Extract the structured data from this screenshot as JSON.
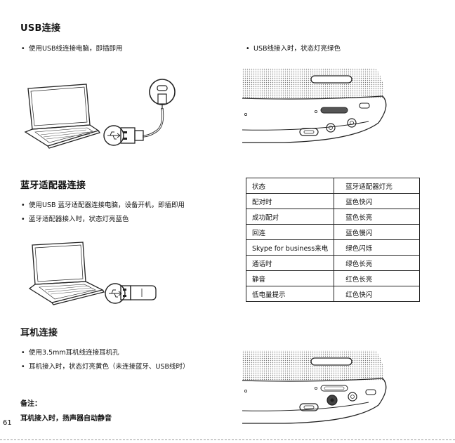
{
  "usb": {
    "heading": "USB连接",
    "bullet1": "使用USB线连接电脑，即插即用",
    "bullet_right": "USB线接入时，状态灯亮绿色"
  },
  "bt": {
    "heading": "蓝牙适配器连接",
    "bullet1": "使用USB 蓝牙适配器连接电脑，设备开机，即插即用",
    "bullet2": "蓝牙适配器接入时，状态灯亮蓝色"
  },
  "led_table": {
    "header": [
      "状态",
      "蓝牙适配器灯光"
    ],
    "rows": [
      [
        "配对时",
        "蓝色快闪"
      ],
      [
        "成功配对",
        "蓝色长亮"
      ],
      [
        "回连",
        "蓝色慢闪"
      ],
      [
        "Skype for business来电",
        "绿色闪烁"
      ],
      [
        "通话时",
        "绿色长亮"
      ],
      [
        "静音",
        "红色长亮"
      ],
      [
        "低电量提示",
        "红色快闪"
      ]
    ]
  },
  "earphone": {
    "heading": "耳机连接",
    "bullet1": "使用3.5mm耳机线连接耳机孔",
    "bullet2": "耳机接入时，状态灯亮黄色（未连接蓝牙、USB线时）"
  },
  "note": {
    "label": "备注：",
    "text": "耳机接入时，扬声器自动静音"
  },
  "page_number": "61",
  "colors": {
    "text": "#111111",
    "rule": "#999999",
    "led_on": "#555555"
  }
}
